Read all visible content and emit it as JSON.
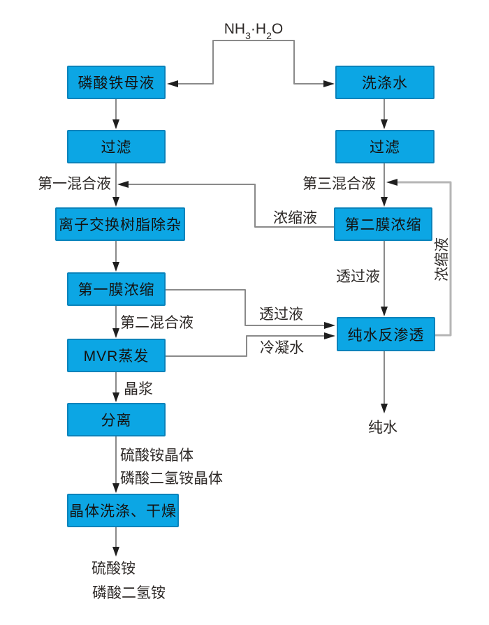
{
  "reagent": {
    "n1": "NH",
    "s1": "3",
    "n2": "·H",
    "s2": "2",
    "n3": "O"
  },
  "nodes": [
    {
      "id": "iron-phosphate-mother-liquor",
      "label": "磷酸铁母液"
    },
    {
      "id": "filter-left",
      "label": "过滤"
    },
    {
      "id": "ion-exchange-resin-purification",
      "label": "离子交换树脂除杂"
    },
    {
      "id": "first-membrane-concentration",
      "label": "第一膜浓缩"
    },
    {
      "id": "mvr-evaporation",
      "label": "MVR蒸发"
    },
    {
      "id": "separation",
      "label": "分离"
    },
    {
      "id": "crystal-washing-drying",
      "label": "晶体洗涤、干燥"
    },
    {
      "id": "washing-water",
      "label": "洗涤水"
    },
    {
      "id": "filter-right",
      "label": "过滤"
    },
    {
      "id": "second-membrane-concentration",
      "label": "第二膜浓缩"
    },
    {
      "id": "pure-water-reverse-osmosis",
      "label": "纯水反渗透"
    }
  ],
  "labels": {
    "first_mixed": "第一混合液",
    "third_mixed": "第三混合液",
    "concentrate_to_first": "浓缩液",
    "second_mixed": "第二混合液",
    "permeate_from_first_membrane": "透过液",
    "condensate": "冷凝水",
    "crystal_slurry": "晶浆",
    "ammonium_sulfate_crystal": "硫酸铵晶体",
    "monoammonium_phosphate_crystal": "磷酸二氢铵晶体",
    "ammonium_sulfate": "硫酸铵",
    "monoammonium_phosphate": "磷酸二氢铵",
    "permeate_from_second_membrane": "透过液",
    "concentrate_loop": "浓缩液",
    "pure_water": "纯水"
  },
  "colors": {
    "box_fill": "#0CA6E4",
    "box_border": "#0A83BB",
    "line": "#8A8A8A",
    "loop_line": "#B5B5B5",
    "arrowhead": "#1F1F1F",
    "text": "#2E2A28",
    "background": "#FFFFFF"
  }
}
